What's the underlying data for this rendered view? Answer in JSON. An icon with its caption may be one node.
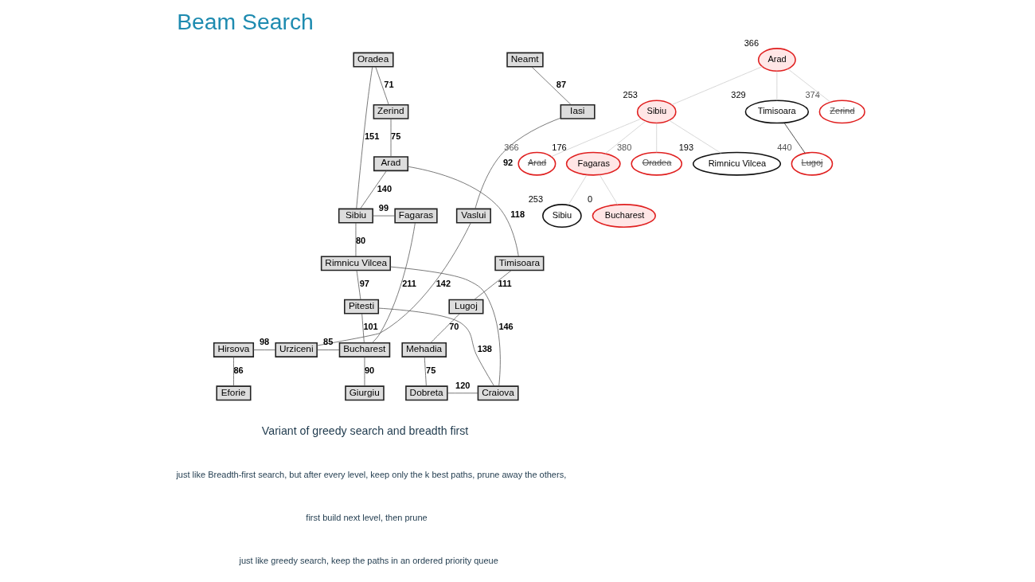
{
  "diagram": {
    "title": "Beam Search",
    "nodes": [
      {
        "text": [
          "Arad"
        ],
        "beside": [
          "366"
        ]
      },
      {
        "text": [
          "Sibiu"
        ],
        "beside": [
          "253"
        ]
      },
      {
        "text": [
          "Timisoara"
        ],
        "beside": [
          "329"
        ]
      },
      {
        "text": [
          "Zerind"
        ],
        "beside": [
          "374"
        ]
      },
      {
        "text": [
          "Arad"
        ],
        "beside": [
          "366"
        ]
      },
      {
        "text": [
          "Fagaras"
        ],
        "beside": [
          "176"
        ]
      },
      {
        "text": [
          "Oradea"
        ],
        "beside": [
          "380"
        ]
      },
      {
        "text": [
          "Rimnicu Vilcea"
        ],
        "beside": [
          "193"
        ]
      },
      {
        "text": [
          "Lugoj"
        ],
        "beside": [
          "440"
        ]
      },
      {
        "text": [
          "Sibiu"
        ],
        "beside": [
          "253"
        ]
      },
      {
        "text": [
          "Bucharest"
        ],
        "beside": [
          "0"
        ]
      },
      {
        "text": [
          "Oradea"
        ]
      },
      {
        "text": [
          "Neamt"
        ]
      },
      {
        "text": [
          "Zerind"
        ]
      },
      {
        "text": [
          "Iasi"
        ]
      },
      {
        "text": [
          "Arad"
        ]
      },
      {
        "text": [
          "Sibiu"
        ]
      },
      {
        "text": [
          "Fagaras"
        ]
      },
      {
        "text": [
          "Vaslui"
        ]
      },
      {
        "text": [
          "Rimnicu Vilcea"
        ]
      },
      {
        "text": [
          "Timisoara"
        ]
      },
      {
        "text": [
          "Lugoj"
        ]
      },
      {
        "text": [
          "Pitesti"
        ]
      },
      {
        "text": [
          "Mehadia"
        ]
      },
      {
        "text": [
          "Urziceni"
        ]
      },
      {
        "text": [
          "Hirsova"
        ]
      },
      {
        "text": [
          "Bucharest"
        ]
      },
      {
        "text": [
          "Dobreta"
        ]
      },
      {
        "text": [
          "Craiova"
        ]
      },
      {
        "text": [
          "Eforie"
        ]
      },
      {
        "text": [
          "Giurgiu"
        ]
      }
    ],
    "edges": [
      {
        "from": 0,
        "to": 1,
        "arrow": "none",
        "color": "#cccccc"
      },
      {
        "from": 0,
        "to": 2,
        "arrow": "none",
        "color": "#cccccc"
      },
      {
        "from": 0,
        "to": 3,
        "arrow": "none",
        "color": "#cccccc"
      },
      {
        "from": 1,
        "to": 4,
        "arrow": "none",
        "color": "#cccccc"
      },
      {
        "from": 1,
        "to": 5,
        "arrow": "none",
        "color": "#cccccc"
      },
      {
        "from": 1,
        "to": 6,
        "arrow": "none",
        "color": "#cccccc"
      },
      {
        "from": 1,
        "to": 7,
        "arrow": "none",
        "color": "#cccccc"
      },
      {
        "from": 2,
        "to": 8,
        "arrow": "none",
        "color": "#222222"
      },
      {
        "from": 5,
        "to": 9,
        "arrow": "none",
        "color": "#cccccc"
      },
      {
        "from": 5,
        "to": 10,
        "arrow": "none",
        "color": "#cccccc"
      },
      {
        "from": 11,
        "to": 13,
        "arrow": "none",
        "label": "71"
      },
      {
        "from": 13,
        "to": 15,
        "arrow": "none",
        "label": "75"
      },
      {
        "from": 11,
        "to": 16,
        "arrow": "none",
        "label": "151"
      },
      {
        "from": 15,
        "to": 16,
        "arrow": "none",
        "label": "140"
      },
      {
        "from": 15,
        "to": 20,
        "arrow": "none",
        "label": "118"
      },
      {
        "from": 20,
        "to": 21,
        "arrow": "none",
        "label": "111"
      },
      {
        "from": 21,
        "to": 23,
        "arrow": "none",
        "label": "70"
      },
      {
        "from": 23,
        "to": 27,
        "arrow": "none",
        "label": "75"
      },
      {
        "from": 27,
        "to": 28,
        "arrow": "none",
        "label": "120"
      },
      {
        "from": 16,
        "to": 17,
        "arrow": "none",
        "label": "99"
      },
      {
        "from": 16,
        "to": 19,
        "arrow": "none",
        "label": "80"
      },
      {
        "from": 19,
        "to": 22,
        "arrow": "none",
        "label": "97"
      },
      {
        "from": 19,
        "to": 28,
        "arrow": "none",
        "label": "146"
      },
      {
        "from": 28,
        "to": 22,
        "arrow": "none",
        "label": "138"
      },
      {
        "from": 22,
        "to": 26,
        "arrow": "none",
        "label": "101"
      },
      {
        "from": 17,
        "to": 26,
        "arrow": "none",
        "label": "211"
      },
      {
        "from": 26,
        "to": 30,
        "arrow": "none",
        "label": "90"
      },
      {
        "from": 26,
        "to": 24,
        "arrow": "none",
        "label": "85"
      },
      {
        "from": 24,
        "to": 18,
        "arrow": "none",
        "label": "142"
      },
      {
        "from": 18,
        "to": 14,
        "arrow": "none",
        "label": "92"
      },
      {
        "from": 14,
        "to": 12,
        "arrow": "none",
        "label": "87"
      },
      {
        "from": 24,
        "to": 25,
        "arrow": "none",
        "label": "98"
      },
      {
        "from": 25,
        "to": 29,
        "arrow": "none",
        "label": "86"
      }
    ],
    "labels": [
      "Variant of greedy search and breadth first",
      "just like Breadth-first search, but after every level, keep only the k best paths, prune away the others,",
      "first build next level, then prune",
      "just like greedy search, keep the paths in an ordered priority queue"
    ]
  }
}
